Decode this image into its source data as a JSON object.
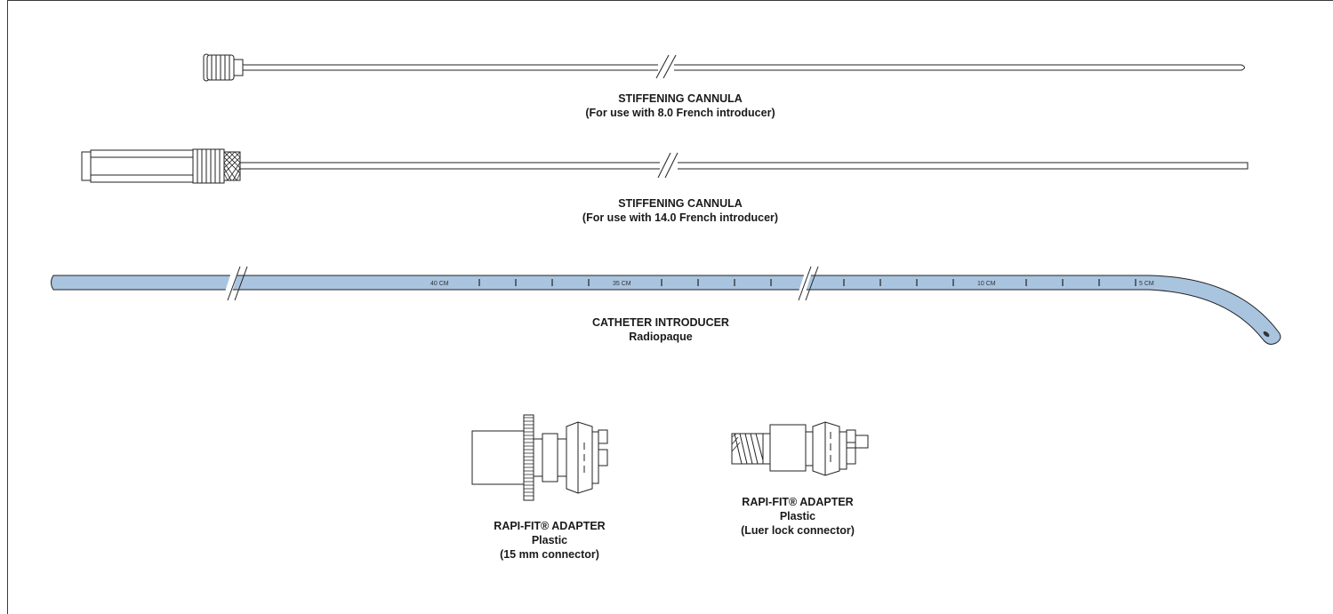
{
  "components": {
    "cannula_8fr": {
      "title": "STIFFENING CANNULA",
      "subtitle": "(For use with 8.0 French introducer)"
    },
    "cannula_14fr": {
      "title": "STIFFENING CANNULA",
      "subtitle": "(For use with 14.0 French introducer)"
    },
    "introducer": {
      "title": "CATHETER INTRODUCER",
      "subtitle": "Radiopaque",
      "color": "#a9c4df",
      "markings": [
        "40 CM",
        "35 CM",
        "10 CM",
        "5 CM"
      ]
    },
    "adapter_15mm": {
      "title": "RAPI-FIT® ADAPTER",
      "material": "Plastic",
      "connector": "(15 mm connector)"
    },
    "adapter_luer": {
      "title": "RAPI-FIT® ADAPTER",
      "material": "Plastic",
      "connector": "(Luer lock connector)"
    }
  }
}
